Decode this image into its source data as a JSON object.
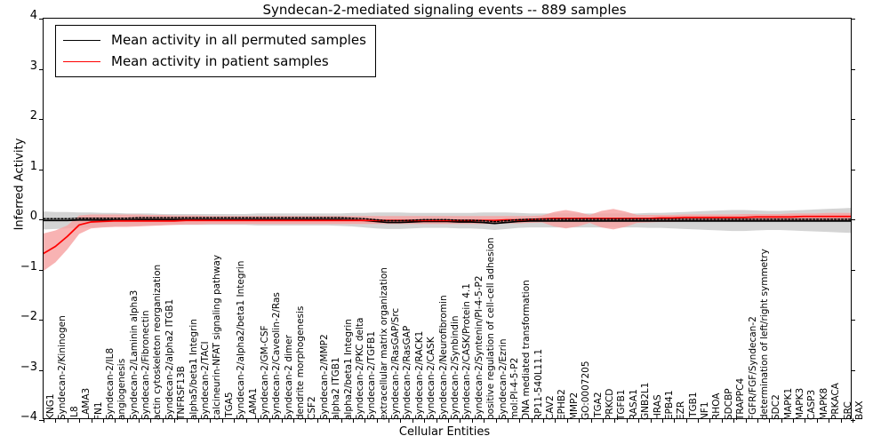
{
  "chart_data": {
    "type": "line",
    "title": "Syndecan-2-mediated signaling events -- 889 samples",
    "xlabel": "Cellular Entities",
    "ylabel": "Inferred Activity",
    "ylim": [
      -4,
      4
    ],
    "yticks": [
      4,
      3,
      2,
      1,
      0,
      -1,
      -2,
      -3,
      -4
    ],
    "grid": false,
    "legend_position": "upper left",
    "colors": {
      "permuted_line": "#000000",
      "patient_line": "#ff0000",
      "permuted_band": "#cccccc",
      "patient_band": "#f6a0a0"
    },
    "legend": [
      {
        "label": "Mean activity in all permuted samples",
        "color": "#000000",
        "name": "permuted"
      },
      {
        "label": "Mean activity in patient samples",
        "color": "#ff0000",
        "name": "patient"
      }
    ],
    "categories": [
      "KNG1",
      "Syndecan-2/Kininogen",
      "IL8",
      "LAMA3",
      "FN1",
      "Syndecan-2/IL8",
      "angiogenesis",
      "Syndecan-2/Laminin alpha3",
      "Syndecan-2/Fibronectin",
      "actin cytoskeleton reorganization",
      "Syndecan-2/alpha2 ITGB1",
      "TNFRSF13B",
      "alpha5/beta1 Integrin",
      "Syndecan-2/TACI",
      "calcineurin-NFAT signaling pathway",
      "ITGA5",
      "Syndecan-2/alpha2/beta1 Integrin",
      "LAMA1",
      "Syndecan-2/GM-CSF",
      "Syndecan-2/Caveolin-2/Ras",
      "Syndecan-2 dimer",
      "dendrite morphogenesis",
      "CSF2",
      "Syndecan-2/MMP2",
      "alpha2 ITGB1",
      "alpha2/beta1 Integrin",
      "Syndecan-2/PKC delta",
      "Syndecan-2/TGFB1",
      "extracellular matrix organization",
      "Syndecan-2/RasGAP/Src",
      "Syndecan-2/RasGAP",
      "Syndecan-2/RACK1",
      "Syndecan-2/CASK",
      "Syndecan-2/Neurofibromin",
      "Syndecan-2/Synbindin",
      "Syndecan-2/CASK/Protein 4.1",
      "Syndecan-2/Syntenin/PI-4-5-P2",
      "positive regulation of cell-cell adhesion",
      "Syndecan-2/Ezrin",
      "mol:PI-4-5-P2",
      "DNA mediated transformation",
      "RP11-540L11.1",
      "CAV2",
      "EPHB2",
      "MMP2",
      "GO:0007205",
      "ITGA2",
      "PRKCD",
      "TGFB1",
      "RASA1",
      "GNB2L1",
      "HRAS",
      "EPB41",
      "EZR",
      "ITGB1",
      "NF1",
      "RHOA",
      "SDCBP",
      "TRAPPC4",
      "FGFR/FGF/Syndecan-2",
      "determination of left/right symmetry",
      "SDC2",
      "MAPK1",
      "MAPK3",
      "CASP3",
      "MAPK8",
      "PRKACA",
      "SRC",
      "BAX"
    ],
    "series": [
      {
        "name": "Mean activity in all permuted samples",
        "color": "#000000",
        "values": [
          -0.04,
          -0.04,
          -0.04,
          -0.03,
          -0.03,
          -0.03,
          -0.03,
          -0.03,
          -0.02,
          -0.02,
          -0.02,
          -0.02,
          -0.02,
          -0.02,
          -0.02,
          -0.02,
          -0.02,
          -0.02,
          -0.02,
          -0.02,
          -0.02,
          -0.02,
          -0.02,
          -0.02,
          -0.02,
          -0.02,
          -0.03,
          -0.04,
          -0.06,
          -0.08,
          -0.08,
          -0.07,
          -0.06,
          -0.06,
          -0.06,
          -0.07,
          -0.07,
          -0.08,
          -0.1,
          -0.08,
          -0.06,
          -0.05,
          -0.05,
          -0.05,
          -0.05,
          -0.05,
          -0.05,
          -0.05,
          -0.05,
          -0.05,
          -0.05,
          -0.05,
          -0.05,
          -0.05,
          -0.05,
          -0.05,
          -0.05,
          -0.05,
          -0.05,
          -0.05,
          -0.05,
          -0.05,
          -0.05,
          -0.05,
          -0.05,
          -0.05,
          -0.05,
          -0.05,
          -0.05
        ],
        "band_lower": [
          -0.22,
          -0.21,
          -0.2,
          -0.19,
          -0.18,
          -0.17,
          -0.16,
          -0.15,
          -0.14,
          -0.14,
          -0.13,
          -0.13,
          -0.13,
          -0.13,
          -0.13,
          -0.13,
          -0.13,
          -0.13,
          -0.14,
          -0.14,
          -0.14,
          -0.14,
          -0.14,
          -0.14,
          -0.14,
          -0.15,
          -0.16,
          -0.18,
          -0.2,
          -0.21,
          -0.21,
          -0.2,
          -0.19,
          -0.19,
          -0.19,
          -0.2,
          -0.2,
          -0.21,
          -0.23,
          -0.21,
          -0.19,
          -0.18,
          -0.18,
          -0.18,
          -0.18,
          -0.18,
          -0.18,
          -0.18,
          -0.18,
          -0.18,
          -0.18,
          -0.19,
          -0.19,
          -0.2,
          -0.21,
          -0.22,
          -0.23,
          -0.24,
          -0.25,
          -0.25,
          -0.24,
          -0.23,
          -0.23,
          -0.24,
          -0.25,
          -0.26,
          -0.27,
          -0.28,
          -0.29
        ],
        "band_upper": [
          0.14,
          0.13,
          0.13,
          0.12,
          0.12,
          0.11,
          0.11,
          0.1,
          0.1,
          0.1,
          0.09,
          0.09,
          0.09,
          0.09,
          0.09,
          0.09,
          0.09,
          0.09,
          0.1,
          0.1,
          0.1,
          0.1,
          0.1,
          0.1,
          0.1,
          0.1,
          0.11,
          0.11,
          0.12,
          0.12,
          0.12,
          0.11,
          0.11,
          0.11,
          0.11,
          0.11,
          0.11,
          0.12,
          0.12,
          0.12,
          0.11,
          0.1,
          0.1,
          0.1,
          0.1,
          0.1,
          0.1,
          0.1,
          0.1,
          0.1,
          0.1,
          0.11,
          0.11,
          0.12,
          0.13,
          0.14,
          0.15,
          0.16,
          0.17,
          0.17,
          0.16,
          0.15,
          0.15,
          0.16,
          0.17,
          0.18,
          0.19,
          0.2,
          0.21
        ]
      },
      {
        "name": "Mean activity in patient samples",
        "color": "#ff0000",
        "values": [
          -0.7,
          -0.56,
          -0.36,
          -0.13,
          -0.07,
          -0.06,
          -0.05,
          -0.05,
          -0.05,
          -0.05,
          -0.05,
          -0.05,
          -0.04,
          -0.04,
          -0.04,
          -0.04,
          -0.04,
          -0.04,
          -0.04,
          -0.04,
          -0.04,
          -0.04,
          -0.04,
          -0.04,
          -0.04,
          -0.04,
          -0.04,
          -0.04,
          -0.04,
          -0.04,
          -0.04,
          -0.04,
          -0.04,
          -0.04,
          -0.04,
          -0.04,
          -0.04,
          -0.04,
          -0.04,
          -0.03,
          -0.03,
          -0.02,
          -0.01,
          0.0,
          0.0,
          0.0,
          0.0,
          0.0,
          0.0,
          0.0,
          0.0,
          0.0,
          0.01,
          0.01,
          0.02,
          0.02,
          0.02,
          0.02,
          0.02,
          0.02,
          0.03,
          0.03,
          0.03,
          0.03,
          0.04,
          0.04,
          0.04,
          0.04,
          0.04
        ],
        "band_lower": [
          -1.05,
          -0.88,
          -0.62,
          -0.31,
          -0.2,
          -0.18,
          -0.17,
          -0.17,
          -0.16,
          -0.15,
          -0.14,
          -0.13,
          -0.12,
          -0.12,
          -0.11,
          -0.11,
          -0.11,
          -0.11,
          -0.11,
          -0.11,
          -0.11,
          -0.11,
          -0.11,
          -0.11,
          -0.11,
          -0.11,
          -0.11,
          -0.11,
          -0.11,
          -0.11,
          -0.11,
          -0.11,
          -0.11,
          -0.11,
          -0.11,
          -0.11,
          -0.11,
          -0.11,
          -0.11,
          -0.1,
          -0.1,
          -0.09,
          -0.08,
          -0.16,
          -0.2,
          -0.16,
          -0.09,
          -0.18,
          -0.22,
          -0.17,
          -0.09,
          -0.08,
          -0.07,
          -0.07,
          -0.06,
          -0.06,
          -0.06,
          -0.06,
          -0.06,
          -0.06,
          -0.05,
          -0.05,
          -0.05,
          -0.05,
          -0.04,
          -0.04,
          -0.04,
          -0.04,
          -0.04
        ],
        "band_upper": [
          -0.3,
          -0.24,
          -0.14,
          0.06,
          0.08,
          0.08,
          0.08,
          0.08,
          0.08,
          0.07,
          0.07,
          0.06,
          0.06,
          0.06,
          0.05,
          0.05,
          0.05,
          0.05,
          0.05,
          0.05,
          0.05,
          0.05,
          0.05,
          0.05,
          0.05,
          0.05,
          0.05,
          0.05,
          0.05,
          0.05,
          0.05,
          0.05,
          0.05,
          0.05,
          0.05,
          0.05,
          0.05,
          0.05,
          0.05,
          0.05,
          0.05,
          0.05,
          0.06,
          0.13,
          0.17,
          0.13,
          0.07,
          0.15,
          0.19,
          0.14,
          0.07,
          0.07,
          0.07,
          0.07,
          0.08,
          0.08,
          0.08,
          0.08,
          0.08,
          0.09,
          0.09,
          0.09,
          0.09,
          0.1,
          0.1,
          0.1,
          0.11,
          0.11,
          0.11
        ]
      }
    ]
  }
}
